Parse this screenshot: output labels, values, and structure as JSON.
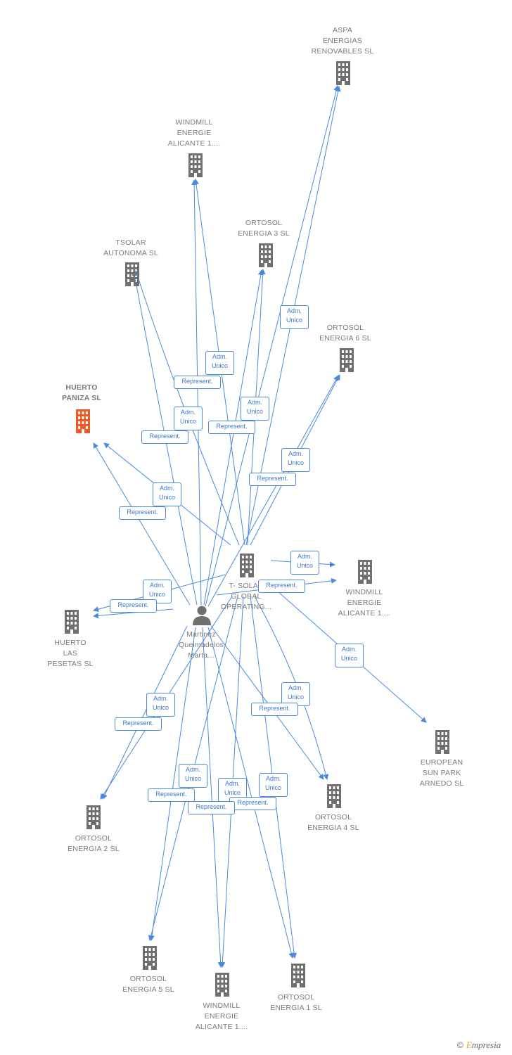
{
  "colors": {
    "edge": "#4a89dc",
    "node": "#707070",
    "highlight": "#f05a28",
    "background": "#ffffff"
  },
  "nodes": {
    "aspa": {
      "label": "ASPA\nENERGIAS\nRENOVABLES SL",
      "icon": "building-icon"
    },
    "windmill_top": {
      "label": "WINDMILL\nENERGIE\nALICANTE 1....",
      "icon": "building-icon"
    },
    "ortosol3": {
      "label": "ORTOSOL\nENERGIA 3 SL",
      "icon": "building-icon"
    },
    "tsolar": {
      "label": "TSOLAR\nAUTONOMA SL",
      "icon": "building-icon"
    },
    "ortosol6": {
      "label": "ORTOSOL\nENERGIA 6 SL",
      "icon": "building-icon"
    },
    "huerto_paniza": {
      "label": "HUERTO\nPANIZA SL",
      "icon": "building-icon"
    },
    "tsolar_global": {
      "label": "T- SOLAR\nGLOBAL\nOPERATING...",
      "icon": "building-icon"
    },
    "windmill_right": {
      "label": "WINDMILL\nENERGIE\nALICANTE 1....",
      "icon": "building-icon"
    },
    "person": {
      "label": "Martinez\nQueimadelos\nMarta...",
      "icon": "person-icon"
    },
    "huerto_pesetas": {
      "label": "HUERTO\nLAS\nPESETAS SL",
      "icon": "building-icon"
    },
    "european": {
      "label": "EUROPEAN\nSUN PARK\nARNEDO SL",
      "icon": "building-icon"
    },
    "ortosol4": {
      "label": "ORTOSOL\nENERGIA 4 SL",
      "icon": "building-icon"
    },
    "ortosol2": {
      "label": "ORTOSOL\nENERGIA 2 SL",
      "icon": "building-icon"
    },
    "ortosol5": {
      "label": "ORTOSOL\nENERGIA 5 SL",
      "icon": "building-icon"
    },
    "windmill_bottom": {
      "label": "WINDMILL\nENERGIE\nALICANTE 1....",
      "icon": "building-icon"
    },
    "ortosol1": {
      "label": "ORTOSOL\nENERGIA 1 SL",
      "icon": "building-icon"
    }
  },
  "edge_labels": {
    "adm_unico": "Adm.\nUnico",
    "represent": "Represent."
  },
  "footer": {
    "copyright": "©",
    "brand_first": "E",
    "brand_rest": "mpresia"
  }
}
